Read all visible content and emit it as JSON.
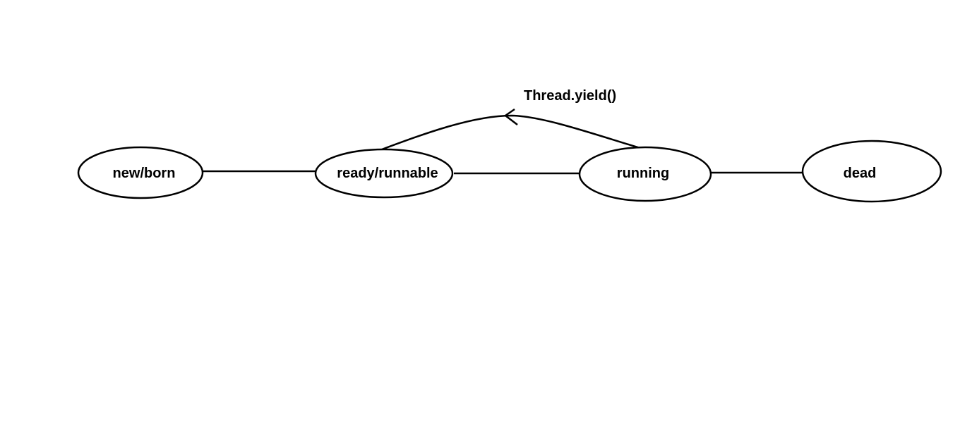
{
  "diagram": {
    "states": [
      {
        "id": "new",
        "label": "new/born"
      },
      {
        "id": "ready",
        "label": "ready/runnable"
      },
      {
        "id": "running",
        "label": "running"
      },
      {
        "id": "dead",
        "label": "dead"
      }
    ],
    "transitions": [
      {
        "from": "new",
        "to": "ready",
        "label": ""
      },
      {
        "from": "ready",
        "to": "running",
        "label": ""
      },
      {
        "from": "running",
        "to": "dead",
        "label": ""
      },
      {
        "from": "running",
        "to": "ready",
        "label": "Thread.yield()"
      }
    ],
    "yield_label": "Thread.yield()",
    "colors": {
      "stroke": "#000000",
      "background": "#ffffff"
    }
  }
}
